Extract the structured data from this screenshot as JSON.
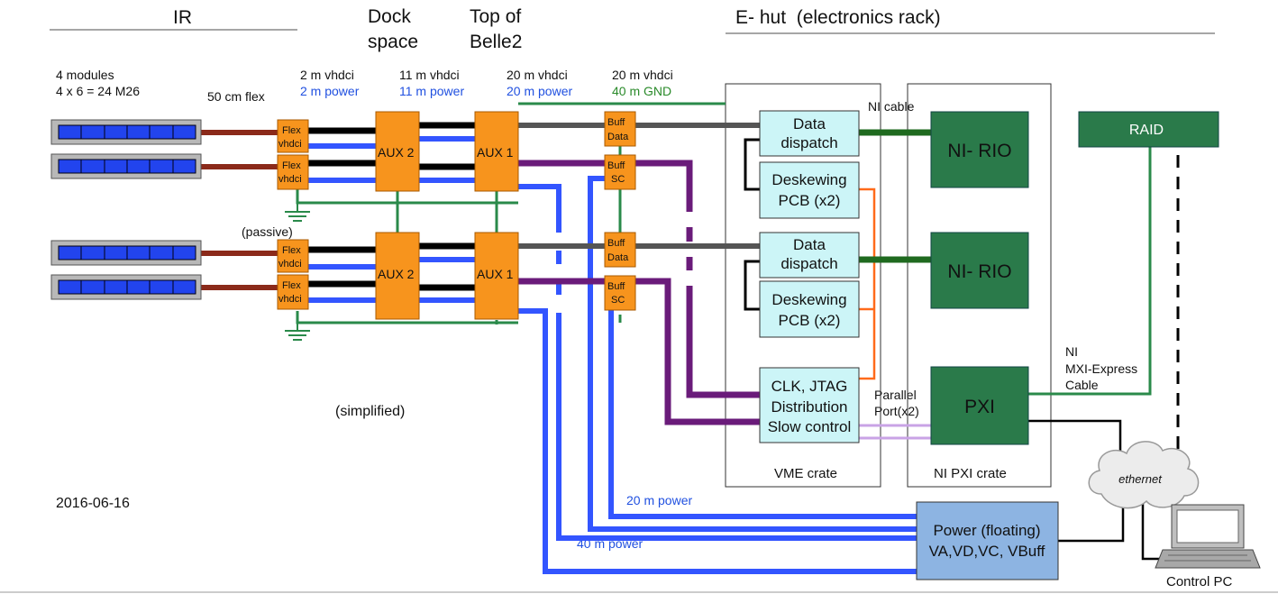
{
  "sections": {
    "ir": "IR",
    "dock": [
      "Dock",
      "space"
    ],
    "top": [
      "Top of",
      "Belle2"
    ],
    "ehut": "E- hut  (electronics rack)"
  },
  "cable_labels": {
    "modules": [
      "4 modules",
      "4 x 6 = 24 M26"
    ],
    "flex": "50 cm flex",
    "c2": [
      "2 m vhdci",
      "2 m power"
    ],
    "c11": [
      "11 m vhdci",
      "11 m power"
    ],
    "c20a": [
      "20 m vhdci",
      "20 m power"
    ],
    "c20b": [
      "20 m vhdci",
      "40 m GND"
    ],
    "passive": "(passive)",
    "ni_cable": "NI cable",
    "power20": "20 m power",
    "power40": "40 m power",
    "nimxi": [
      "NI",
      "MXI-Express",
      "Cable"
    ],
    "parallel": [
      "Parallel",
      "Port(x2)"
    ]
  },
  "boxes": {
    "flex": [
      "Flex",
      "vhdci"
    ],
    "aux2": "AUX 2",
    "aux1": "AUX 1",
    "buff_data": [
      "Buff",
      "Data"
    ],
    "buff_sc": [
      "Buff",
      "SC"
    ],
    "data_dispatch": [
      "Data",
      "dispatch"
    ],
    "deskew": [
      "Deskewing",
      "PCB (x2)"
    ],
    "clk": [
      "CLK, JTAG",
      "Distribution",
      "Slow control"
    ],
    "nirio": "NI- RIO",
    "pxi": "PXI",
    "raid": "RAID",
    "power": [
      "Power (floating)",
      "VA,VD,VC, VBuff"
    ],
    "ethernet": "ethernet",
    "control_pc": "Control PC"
  },
  "crates": {
    "vme": "VME crate",
    "nipxi": "NI PXI crate"
  },
  "notes": {
    "simplified": "(simplified)",
    "date": "2016-06-16"
  },
  "colors": {
    "orange": "#f7941d",
    "light_cyan": "#ccf5f7",
    "dark_green": "#2a7a4a",
    "power_blue": "#8db4e2",
    "purple": "#6a1b7a",
    "cable_blue": "#3355ff",
    "brown": "#8b2a1a",
    "gnd_green": "#2a8a4a",
    "link_orange": "#ff6a1a",
    "lavender": "#c9a3e6"
  }
}
